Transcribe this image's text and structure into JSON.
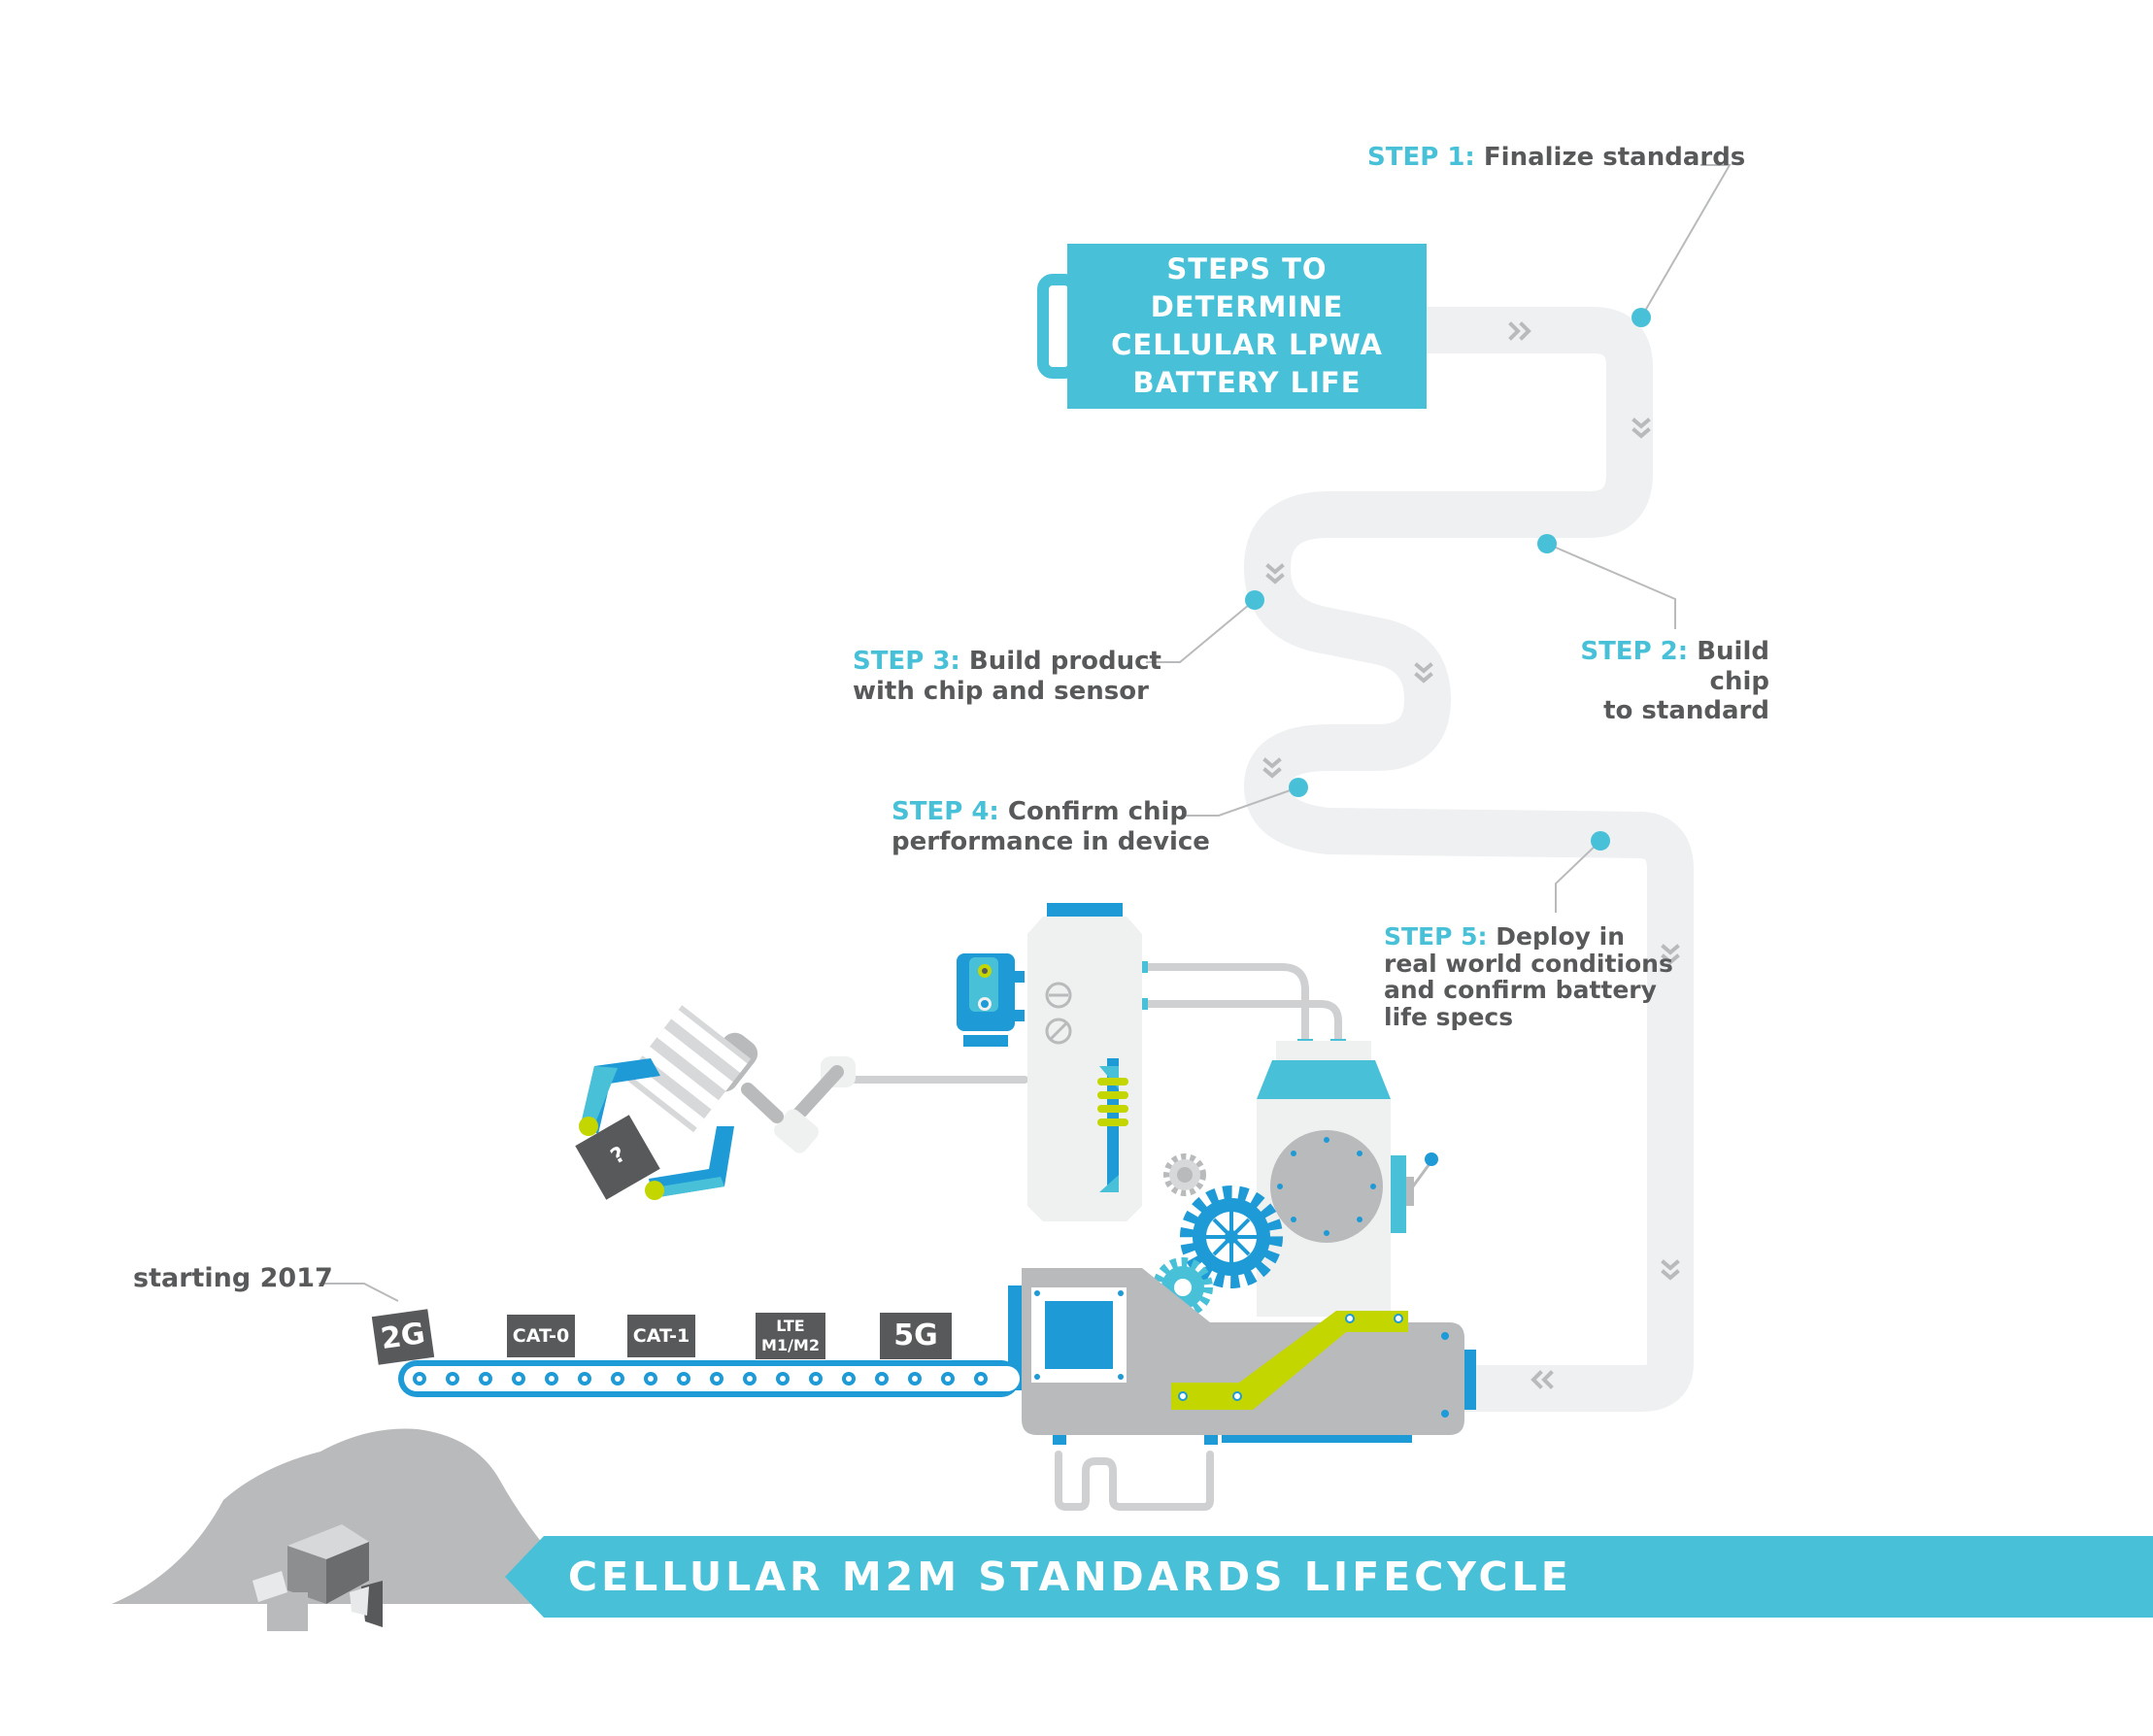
{
  "title": {
    "box_lines": [
      "STEPS TO DETERMINE",
      "CELLULAR LPWA",
      "BATTERY LIFE"
    ]
  },
  "steps": [
    {
      "label": "STEP 1:",
      "text_lines": [
        "Finalize standards"
      ]
    },
    {
      "label": "STEP 2:",
      "text_lines": [
        "Build chip",
        "to standard"
      ]
    },
    {
      "label": "STEP 3:",
      "text_lines": [
        "Build product",
        "with chip and sensor"
      ]
    },
    {
      "label": "STEP 4:",
      "text_lines": [
        "Confirm chip",
        "performance in device"
      ]
    },
    {
      "label": "STEP 5:",
      "text_lines": [
        "Deploy in",
        "real world conditions",
        "and confirm battery",
        "life specs"
      ]
    }
  ],
  "conveyor": {
    "start_label": "starting 2017",
    "chips": [
      "2G",
      "CAT-0",
      "CAT-1",
      "LTE M1/M2",
      "5G"
    ],
    "chip_lines": {
      "lte_top": "LTE",
      "lte_bottom": "M1/M2"
    }
  },
  "held_chip_label": "?",
  "banner": {
    "text": "CELLULAR M2M STANDARDS LIFECYCLE"
  },
  "colors": {
    "accent": "#48c1d8",
    "blue": "#1e9ad6",
    "lime": "#c4d600",
    "dark_gray": "#58595b",
    "mid_gray": "#b9babb",
    "light_gray": "#eff0f0",
    "path_gray": "#eef0f1"
  }
}
